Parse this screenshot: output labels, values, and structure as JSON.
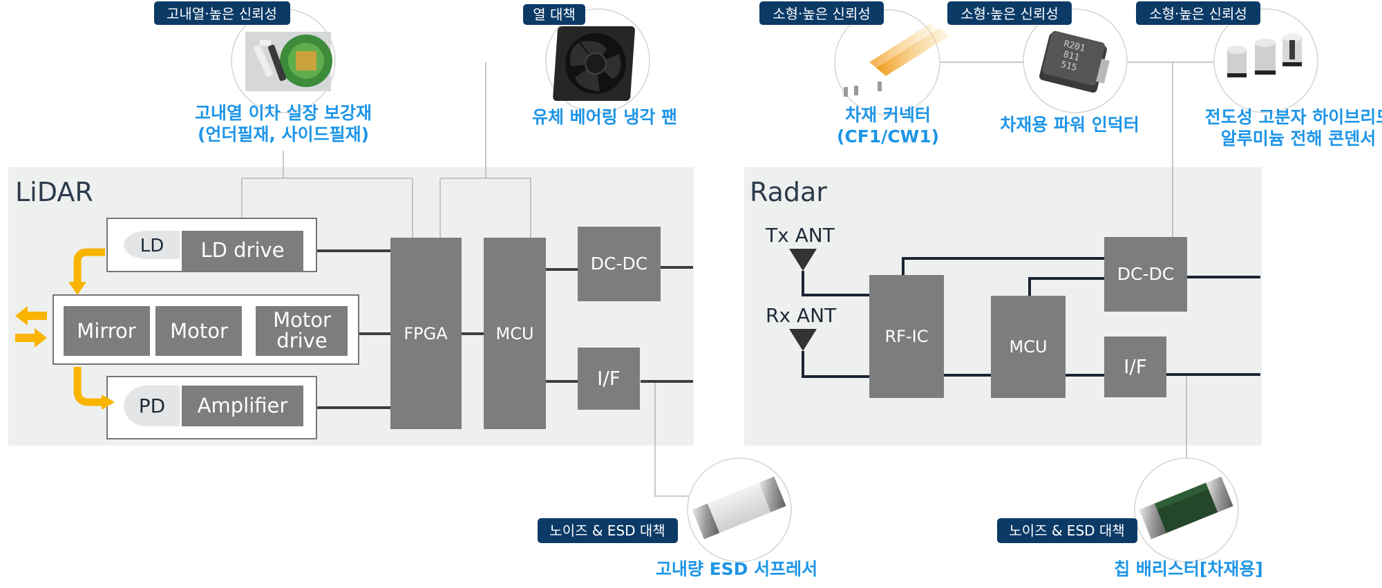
{
  "lidar": {
    "title": "LiDAR",
    "ld": "LD",
    "ld_drive": "LD drive",
    "mirror": "Mirror",
    "motor": "Motor",
    "motor_drive_l1": "Motor",
    "motor_drive_l2": "drive",
    "pd": "PD",
    "amplifier": "Amplifier",
    "fpga": "FPGA",
    "mcu": "MCU",
    "dcdc": "DC-DC",
    "if": "I/F"
  },
  "radar": {
    "title": "Radar",
    "tx_ant": "Tx ANT",
    "rx_ant": "Rx ANT",
    "rfic": "RF-IC",
    "mcu": "MCU",
    "dcdc": "DC-DC",
    "if": "I/F"
  },
  "components": {
    "underfill": {
      "badge": "고내열·높은 신뢰성",
      "caption_l1": "고내열 이차 실장 보강재",
      "caption_l2": "(언더필재, 사이드필재)",
      "icon": "underfill-product-image"
    },
    "fan": {
      "badge": "열 대책",
      "caption_l1": "유체 베어링 냉각 팬",
      "icon": "cooling-fan-image"
    },
    "connector": {
      "badge": "소형·높은 신뢰성",
      "caption_l1": "차재 커넥터",
      "caption_l2": "(CF1/CW1)",
      "icon": "connector-image"
    },
    "inductor": {
      "badge": "소형·높은 신뢰성",
      "caption_l1": "차재용 파워 인덕터",
      "icon": "power-inductor-image",
      "marking": [
        "R201",
        "811",
        "515"
      ]
    },
    "capacitor": {
      "badge": "소형·높은 신뢰성",
      "caption_l1": "전도성 고분자 하이브리드",
      "caption_l2": "알루미늄 전해 콘덴서",
      "icon": "capacitor-image"
    },
    "esd": {
      "badge": "노이즈 & ESD 대책",
      "caption_l1": "고내량 ESD 서프레서",
      "icon": "esd-suppressor-image"
    },
    "varistor": {
      "badge": "노이즈 & ESD 대책",
      "caption_l1": "칩 배리스터[차재용]",
      "icon": "chip-varistor-image"
    }
  },
  "colors": {
    "block": "#7d7d7d",
    "panel": "#eef0f0",
    "badge": "#0c3a66",
    "caption": "#1d95e6",
    "arrow": "#f9b400",
    "wire": "#3d3d3d",
    "radar_wire": "#1b2433",
    "leader": "#b5b5b5"
  }
}
